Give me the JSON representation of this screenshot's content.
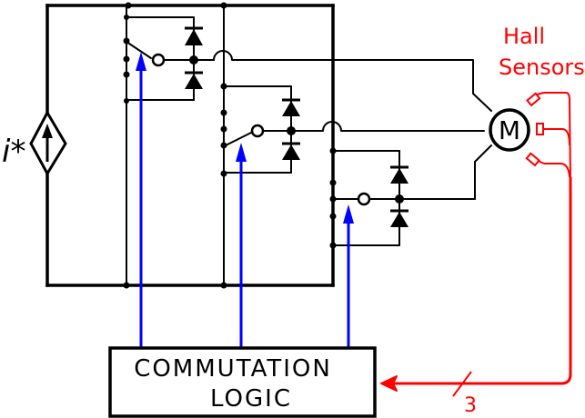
{
  "diagram": {
    "type": "BLDC motor drive circuit schematic",
    "current_source": {
      "label": "i*",
      "kind": "dependent current source"
    },
    "phase_legs": [
      {
        "id": "leg-1",
        "switch_position": "top"
      },
      {
        "id": "leg-2",
        "switch_position": "bottom"
      },
      {
        "id": "leg-3",
        "switch_position": "middle"
      }
    ],
    "motor": {
      "label": "M"
    },
    "hall_sensors": {
      "title_line1": "Hall",
      "title_line2": "Sensors",
      "count": 3,
      "bus_width_label": "3"
    },
    "logic_block": {
      "line1": "COMMUTATION",
      "line2": "LOGIC"
    },
    "colors": {
      "power_wiring": "#000000",
      "control_signals": "#0000ff",
      "sensor_feedback": "#ff0000"
    }
  }
}
